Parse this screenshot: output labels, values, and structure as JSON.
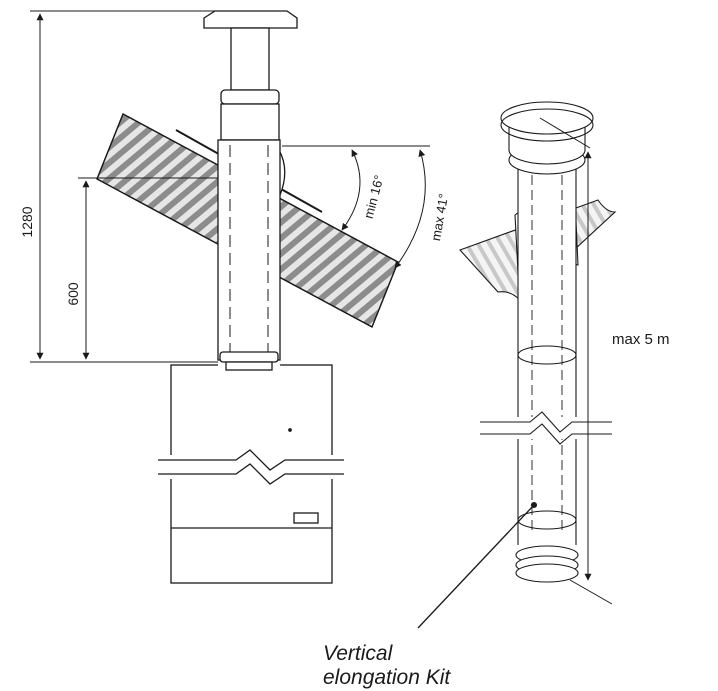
{
  "dimensions": {
    "total_height": "1280",
    "roof_height": "600",
    "min_angle": "min 16°",
    "max_angle": "max 41°",
    "max_length": "max 5 m"
  },
  "callout": {
    "line1": "Vertical",
    "line2": "elongation Kit"
  },
  "colors": {
    "line": "#1a1a1a",
    "roof_hatch": "#8c8c8c",
    "background": "#ffffff"
  }
}
